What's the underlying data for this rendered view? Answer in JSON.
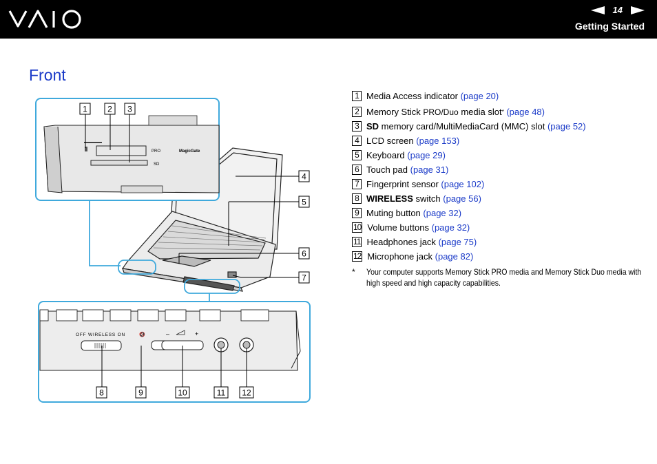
{
  "header": {
    "logo_text": "VAIO",
    "page_number": "14",
    "section_title": "Getting Started"
  },
  "main": {
    "title": "Front"
  },
  "figure": {
    "callouts": [
      "1",
      "2",
      "3",
      "4",
      "5",
      "6",
      "7",
      "8",
      "9",
      "10",
      "11",
      "12"
    ],
    "top_inset": {
      "pro_label": "PRO",
      "magicgate_label": "MagicGate",
      "sd_label": "SD"
    },
    "bottom_inset": {
      "wireless_label": "OFF  WIRELESS  ON",
      "minus": "–",
      "plus": "+"
    }
  },
  "legend": [
    {
      "num": "1",
      "text": "Media Access indicator",
      "link": "(page 20)"
    },
    {
      "num": "2",
      "text_pre": "Memory Stick ",
      "text_small": "PRO/Duo",
      "text_post": " media slot",
      "sup": "*",
      "link": "(page 48)"
    },
    {
      "num": "3",
      "bold": "SD",
      "text": " memory card/MultiMediaCard (MMC) slot",
      "link": "(page 52)"
    },
    {
      "num": "4",
      "text": "LCD screen",
      "link": "(page 153)"
    },
    {
      "num": "5",
      "text": "Keyboard",
      "link": "(page 29)"
    },
    {
      "num": "6",
      "text": "Touch pad",
      "link": "(page 31)"
    },
    {
      "num": "7",
      "text": "Fingerprint sensor",
      "link": "(page 102)"
    },
    {
      "num": "8",
      "bold": "WIRELESS",
      "text": " switch",
      "link": "(page 56)"
    },
    {
      "num": "9",
      "text": "Muting button",
      "link": "(page 32)"
    },
    {
      "num": "10",
      "text": "Volume buttons",
      "link": "(page 32)"
    },
    {
      "num": "11",
      "text": "Headphones jack",
      "link": "(page 75)"
    },
    {
      "num": "12",
      "text": "Microphone jack",
      "link": "(page 82)"
    }
  ],
  "footnote": {
    "marker": "*",
    "text": "Your computer supports Memory Stick PRO media and Memory Stick Duo media with high speed and high capacity capabilities."
  },
  "colors": {
    "link": "#1a3ac8",
    "callout_frame": "#3fa9dc",
    "header_bg": "#000000"
  }
}
